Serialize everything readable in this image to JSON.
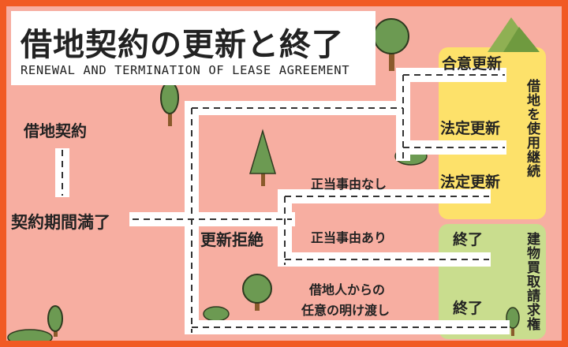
{
  "title": "借地契約の更新と終了",
  "subtitle": "RENEWAL AND TERMINATION OF LEASE AGREEMENT",
  "nodes": {
    "start": "借地契約",
    "expiry": "契約期間満了",
    "refusal": "更新拒絶",
    "no_cause": "正当事由なし",
    "with_cause": "正当事由あり",
    "voluntary_line1": "借地人からの",
    "voluntary_line2": "任意の明け渡し"
  },
  "outcomes": {
    "agreed_renewal": "合意更新",
    "statutory_renewal_1": "法定更新",
    "statutory_renewal_2": "法定更新",
    "termination_1": "終了",
    "termination_2": "終了"
  },
  "side_labels": {
    "continued_use": "借地を使用継続",
    "purchase_request": "建物買取請求権"
  },
  "colors": {
    "frame": "#f15a24",
    "background": "#f7aea1",
    "road": "#ffffff",
    "dash": "#333333",
    "yellow_panel": "#fde16a",
    "green_panel": "#c9dd8e",
    "tree": "#6c9a52"
  },
  "icons": [
    "tree-icon",
    "pine-tree-icon",
    "bush-icon",
    "mountain-icon"
  ]
}
